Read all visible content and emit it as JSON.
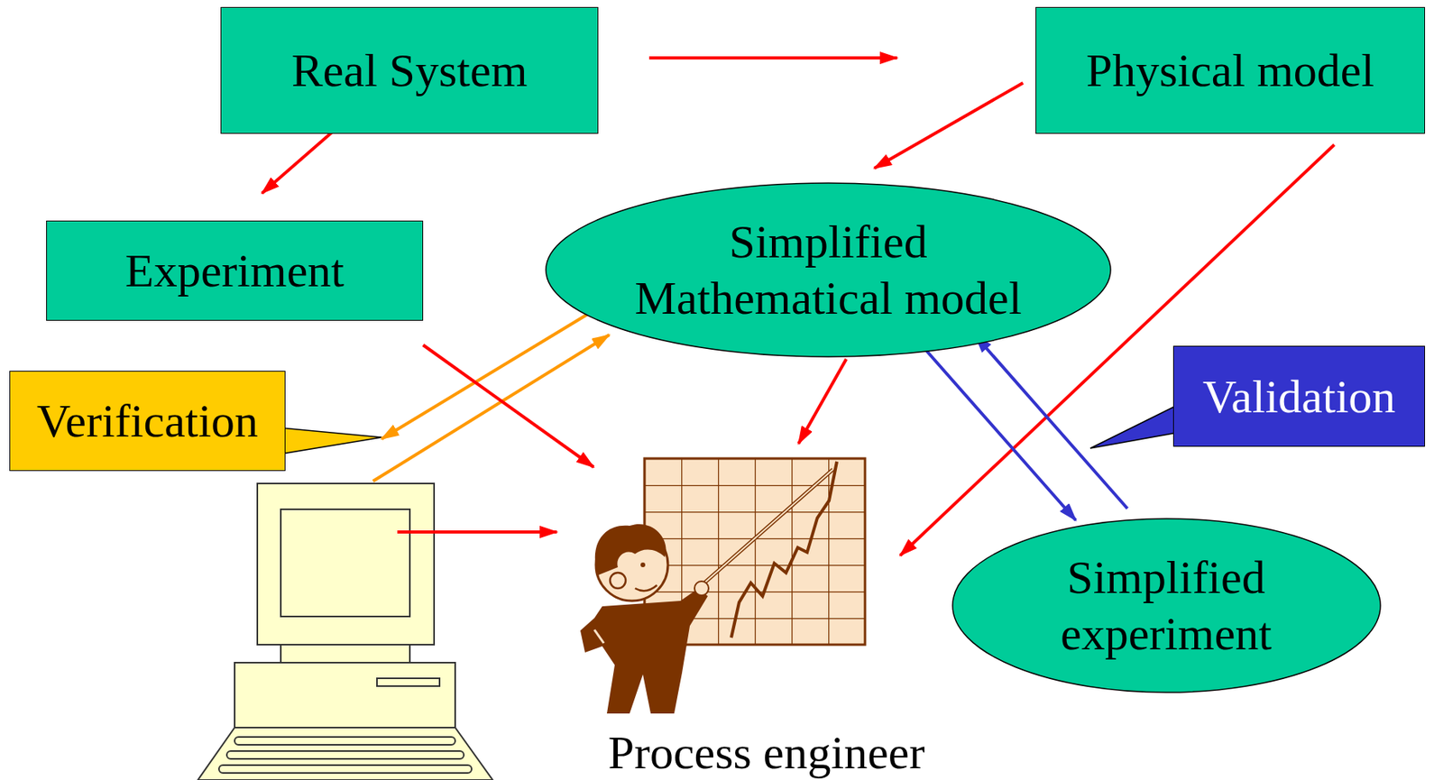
{
  "diagram": {
    "nodes": [
      {
        "text": [
          "Real System"
        ]
      },
      {
        "text": [
          "Physical model"
        ]
      },
      {
        "text": [
          "Experiment"
        ]
      },
      {
        "text": [
          "Simplified Mathematical model"
        ]
      },
      {
        "text": [
          "Verification"
        ]
      },
      {
        "text": [
          "Validation"
        ]
      },
      {
        "text": [
          "Simplified experiment"
        ]
      },
      {
        "text": [
          "Process engineer"
        ]
      }
    ],
    "edges": [
      {
        "from": 0,
        "to": 1,
        "arrow": "to"
      },
      {
        "from": 0,
        "to": 2,
        "arrow": "to"
      },
      {
        "from": 1,
        "to": 3,
        "arrow": "to"
      },
      {
        "from": 1,
        "to": 7,
        "arrow": "to"
      },
      {
        "from": 2,
        "to": 7,
        "arrow": "to"
      },
      {
        "from": 3,
        "to": 7,
        "arrow": "to"
      },
      {
        "from": 3,
        "to": 6,
        "arrow": "to"
      },
      {
        "from": 6,
        "to": 3,
        "arrow": "to"
      }
    ]
  }
}
